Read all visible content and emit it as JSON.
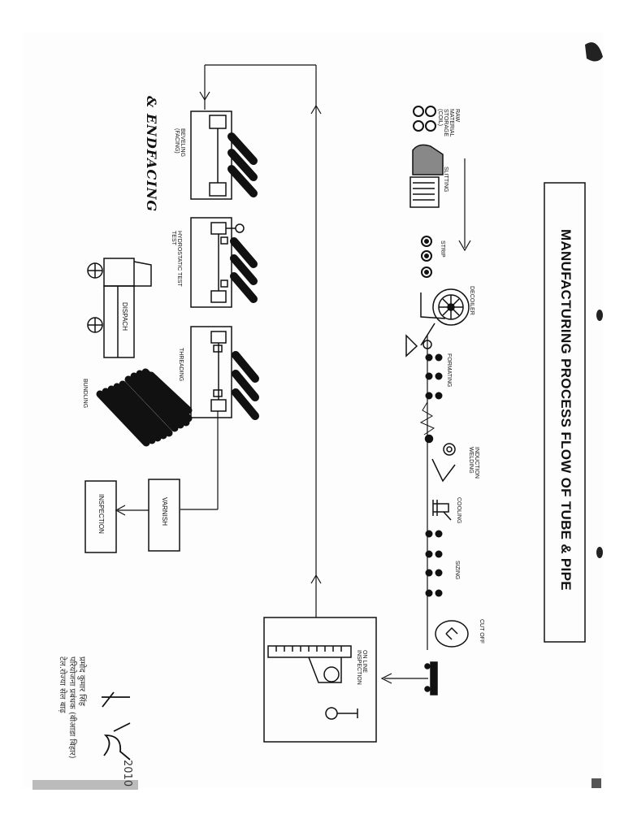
{
  "title": "MANUFACTURING PROCESS FLOW OF TUBE & PIPE",
  "process_labels": {
    "raw_material": [
      "RAW",
      "MATERIAL",
      "STORAGE",
      "(COIL)"
    ],
    "slitting": "SLITTING",
    "strip": "STRIP",
    "decoiler": "DECOILER",
    "formating": "FORMATING",
    "induction_welding": [
      "INDUCTION",
      "WELDING"
    ],
    "cooling": "COOLING",
    "sizing": "SIZING",
    "cut_off": "CUT OFF",
    "online_inspection": [
      "ON LINE",
      "INSPECTION"
    ],
    "beveling_facing": [
      "BEVELING",
      "(FACING)"
    ],
    "hydrostatic_test": [
      "HYDROSTATIC TEST",
      "TEST"
    ],
    "threading": "THREADING",
    "dispatch": "DISPACH",
    "bundling": "BUNDLING",
    "varnish": "VARNISH",
    "inspection": "INSPECTION"
  },
  "handwritten_note": "& ENDFACING",
  "stamp_lines": [
    "प्रमोद कुमार सिंह",
    "परियोजना प्रबंधक (बीआडा बिहार)",
    "टेल.रोज्या सेल बाढ़"
  ],
  "signature_date": "2010"
}
